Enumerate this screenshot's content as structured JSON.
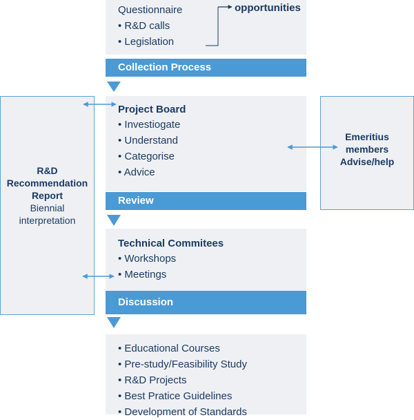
{
  "top_box": {
    "items": [
      "Questionnaire",
      "• R&D calls",
      "• Legislation"
    ]
  },
  "opportunities": "opportunities",
  "collection": "Collection Process",
  "project_board": {
    "title": "Project Board",
    "items": [
      "• Investiogate",
      "• Understand",
      "• Categorise",
      "• Advice"
    ]
  },
  "review": "Review",
  "technical": {
    "title": "Technical Commitees",
    "items": [
      "• Workshops",
      "• Meetings"
    ]
  },
  "discussion": "Discussion",
  "outputs": {
    "items": [
      "• Educational Courses",
      "• Pre-study/Feasibility Study",
      "• R&D Projects",
      "• Best Pratice Guidelines",
      "• Development of Standards"
    ]
  },
  "left_box": {
    "title_lines": [
      "R&D",
      "Recommendation",
      "Report"
    ],
    "sub_lines": [
      "Biennial",
      "interpretation"
    ]
  },
  "right_box": {
    "lines": [
      "Emeritius",
      "members",
      "Advise/help"
    ]
  },
  "colors": {
    "band": "#4a9ad6",
    "box": "#eef0f3",
    "text": "#1b3a63",
    "border": "#5aa2d8"
  }
}
